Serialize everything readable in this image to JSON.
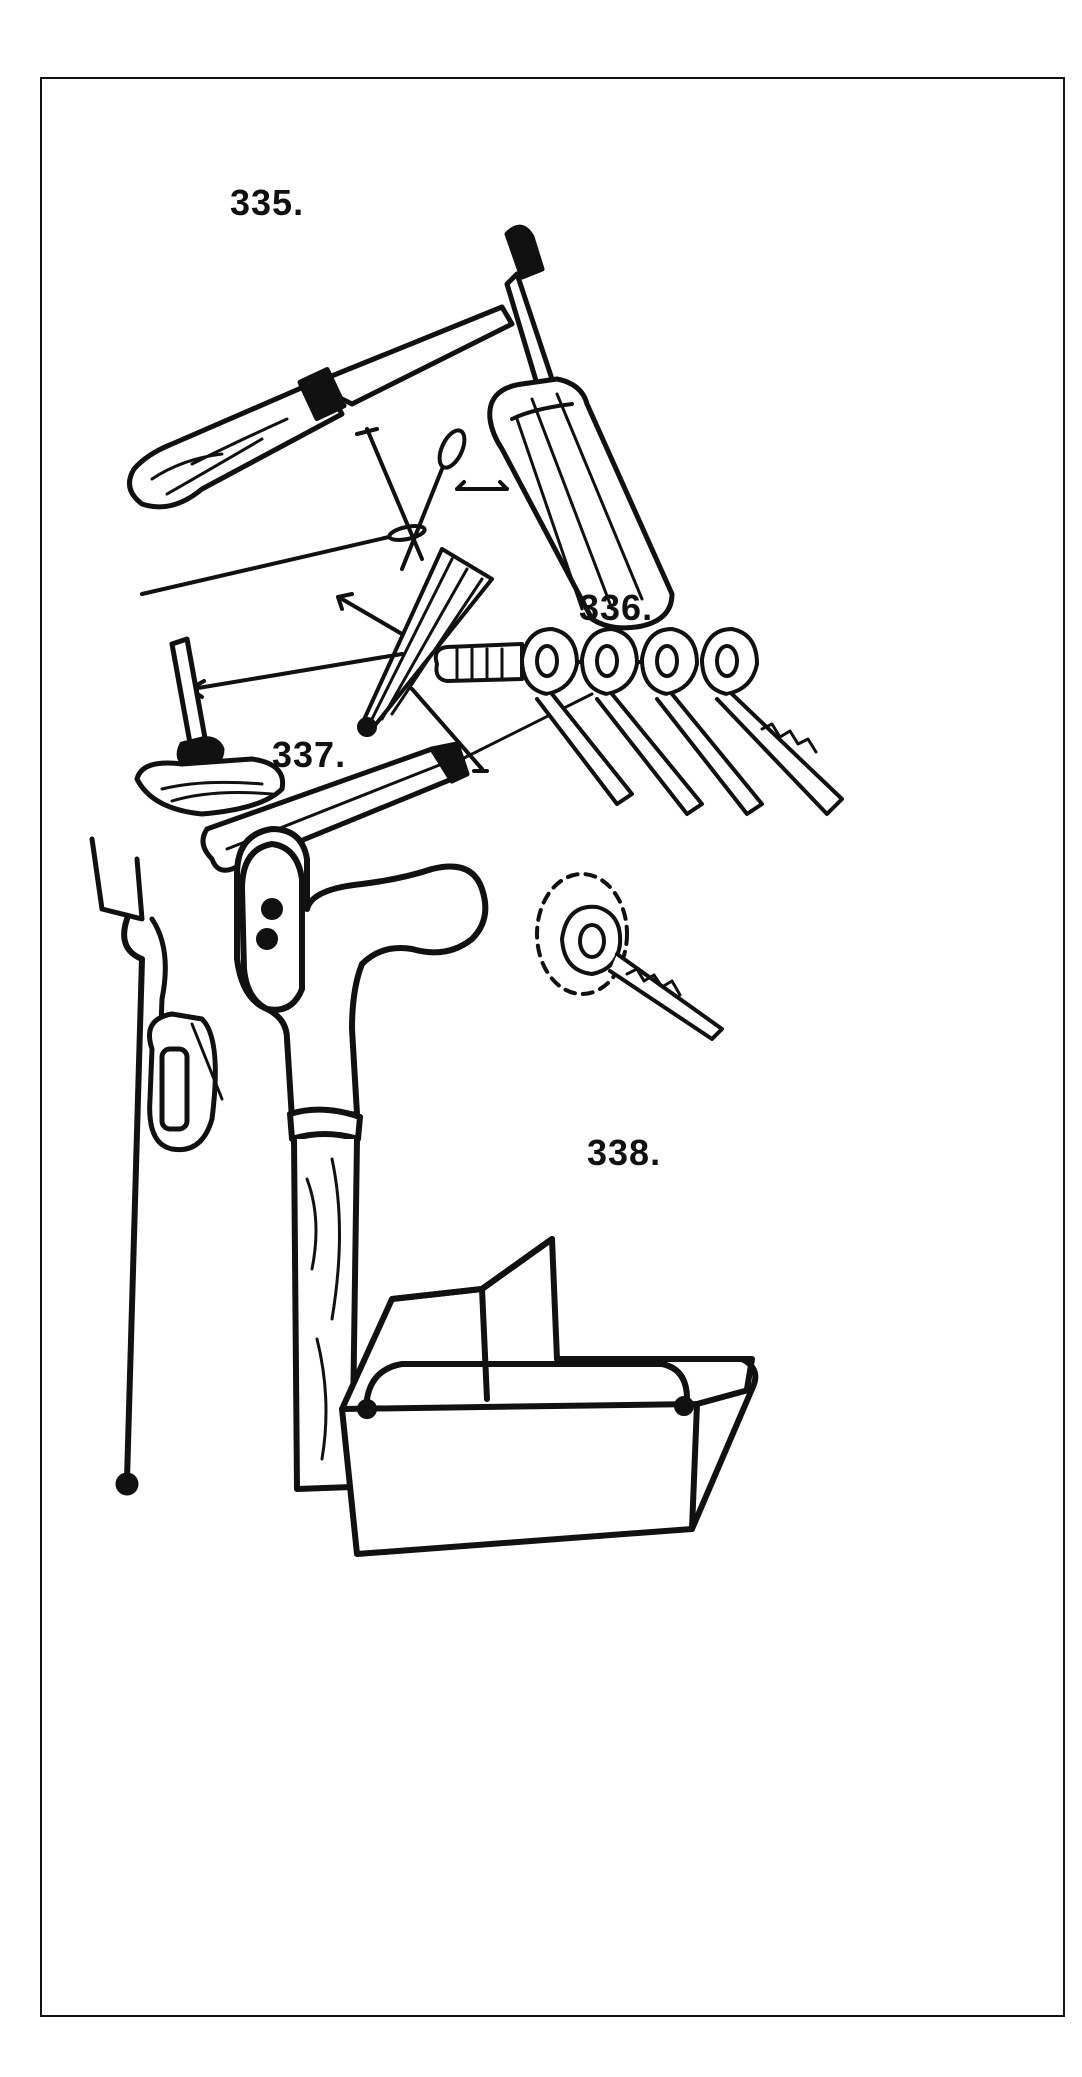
{
  "figures": [
    {
      "number": "335.",
      "icon": "lockpick-tools-illustration"
    },
    {
      "number": "336.",
      "icon": "keys-on-screw-illustration"
    },
    {
      "number": "337.",
      "icon": "walking-cane-illustration"
    },
    {
      "number": "338.",
      "icon": "box-with-lid-illustration"
    }
  ],
  "colors": {
    "ink": "#111111",
    "paper": "#ffffff"
  }
}
